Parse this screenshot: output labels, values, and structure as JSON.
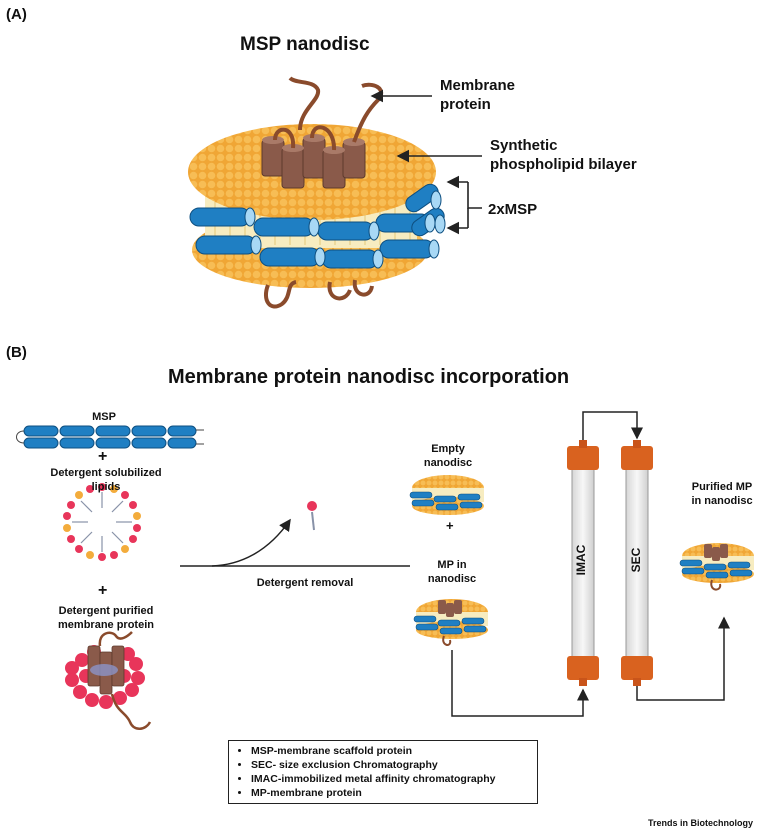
{
  "panel_a": {
    "label": "(A)",
    "title": "MSP nanodisc",
    "callouts": {
      "membrane_protein": [
        "Membrane",
        "protein"
      ],
      "bilayer": [
        "Synthetic",
        "phospholipid bilayer"
      ],
      "msp": "2xMSP"
    }
  },
  "panel_b": {
    "label": "(B)",
    "title": "Membrane protein nanodisc incorporation",
    "msp": "MSP",
    "plus": "+",
    "detergent_lipids": [
      "Detergent solubilized",
      "lipids"
    ],
    "detergent_protein": [
      "Detergent purified",
      "membrane protein"
    ],
    "detergent_removal": "Detergent removal",
    "empty_nanodisc": [
      "Empty",
      "nanodisc"
    ],
    "mp_in_nanodisc": [
      "MP in",
      "nanodisc"
    ],
    "imac": "IMAC",
    "sec": "SEC",
    "purified": [
      "Purified MP",
      "in nanodisc"
    ]
  },
  "legend": [
    "MSP-membrane scaffold protein",
    "SEC- size exclusion Chromatography",
    "IMAC-immobilized metal affinity chromatography",
    "MP-membrane protein"
  ],
  "footer": "Trends in Biotechnology",
  "colors": {
    "lipid_head": "#f3ac3c",
    "msp_blue": "#1f7fc3",
    "protein_brown": "#8a5a44",
    "column_orange": "#d9621f",
    "red_head": "#e8355a"
  }
}
